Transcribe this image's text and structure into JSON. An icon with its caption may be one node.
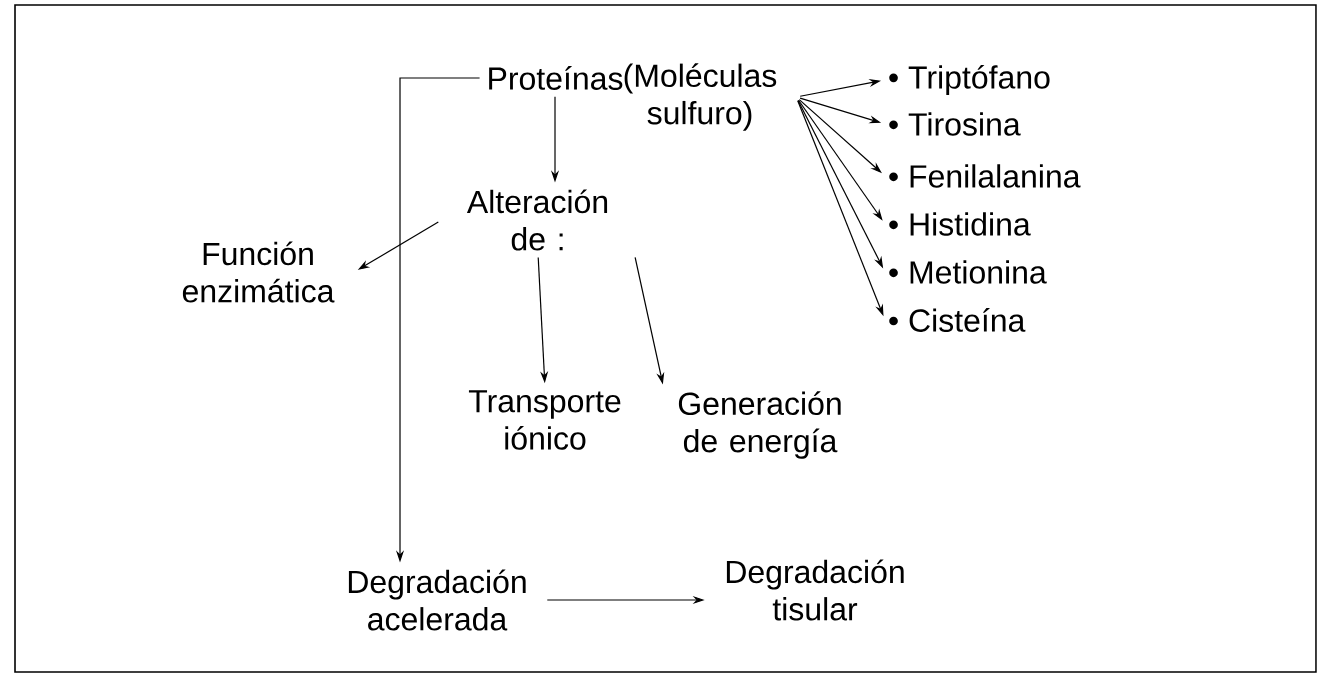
{
  "diagram": {
    "nodes": [
      {
        "text": [
          "Proteínas"
        ]
      },
      {
        "text": [
          "(Moléculas sulfuro)"
        ]
      },
      {
        "text": [
          "• Triptófano"
        ]
      },
      {
        "text": [
          "• Tirosina"
        ]
      },
      {
        "text": [
          "• Fenilalanina"
        ]
      },
      {
        "text": [
          "• Histidina"
        ]
      },
      {
        "text": [
          "• Metionina"
        ]
      },
      {
        "text": [
          "• Cisteína"
        ]
      },
      {
        "text": [
          "Alteración de :"
        ]
      },
      {
        "text": [
          "Función enzimática"
        ]
      },
      {
        "text": [
          "Transporte iónico"
        ]
      },
      {
        "text": [
          "Generación de energía"
        ]
      },
      {
        "text": [
          "Degradación acelerada"
        ]
      },
      {
        "text": [
          "Degradación tisular"
        ]
      }
    ],
    "edges": [
      {
        "from": 0,
        "to": 8,
        "arrow": "to"
      },
      {
        "from": 1,
        "to": 2,
        "arrow": "to"
      },
      {
        "from": 1,
        "to": 3,
        "arrow": "to"
      },
      {
        "from": 1,
        "to": 4,
        "arrow": "to"
      },
      {
        "from": 1,
        "to": 5,
        "arrow": "to"
      },
      {
        "from": 1,
        "to": 6,
        "arrow": "to"
      },
      {
        "from": 1,
        "to": 7,
        "arrow": "to"
      },
      {
        "from": 8,
        "to": 9,
        "arrow": "to"
      },
      {
        "from": 8,
        "to": 10,
        "arrow": "to"
      },
      {
        "from": 8,
        "to": 11,
        "arrow": "to"
      },
      {
        "from": 0,
        "to": 12,
        "arrow": "to"
      },
      {
        "from": 12,
        "to": 13,
        "arrow": "to"
      }
    ]
  }
}
